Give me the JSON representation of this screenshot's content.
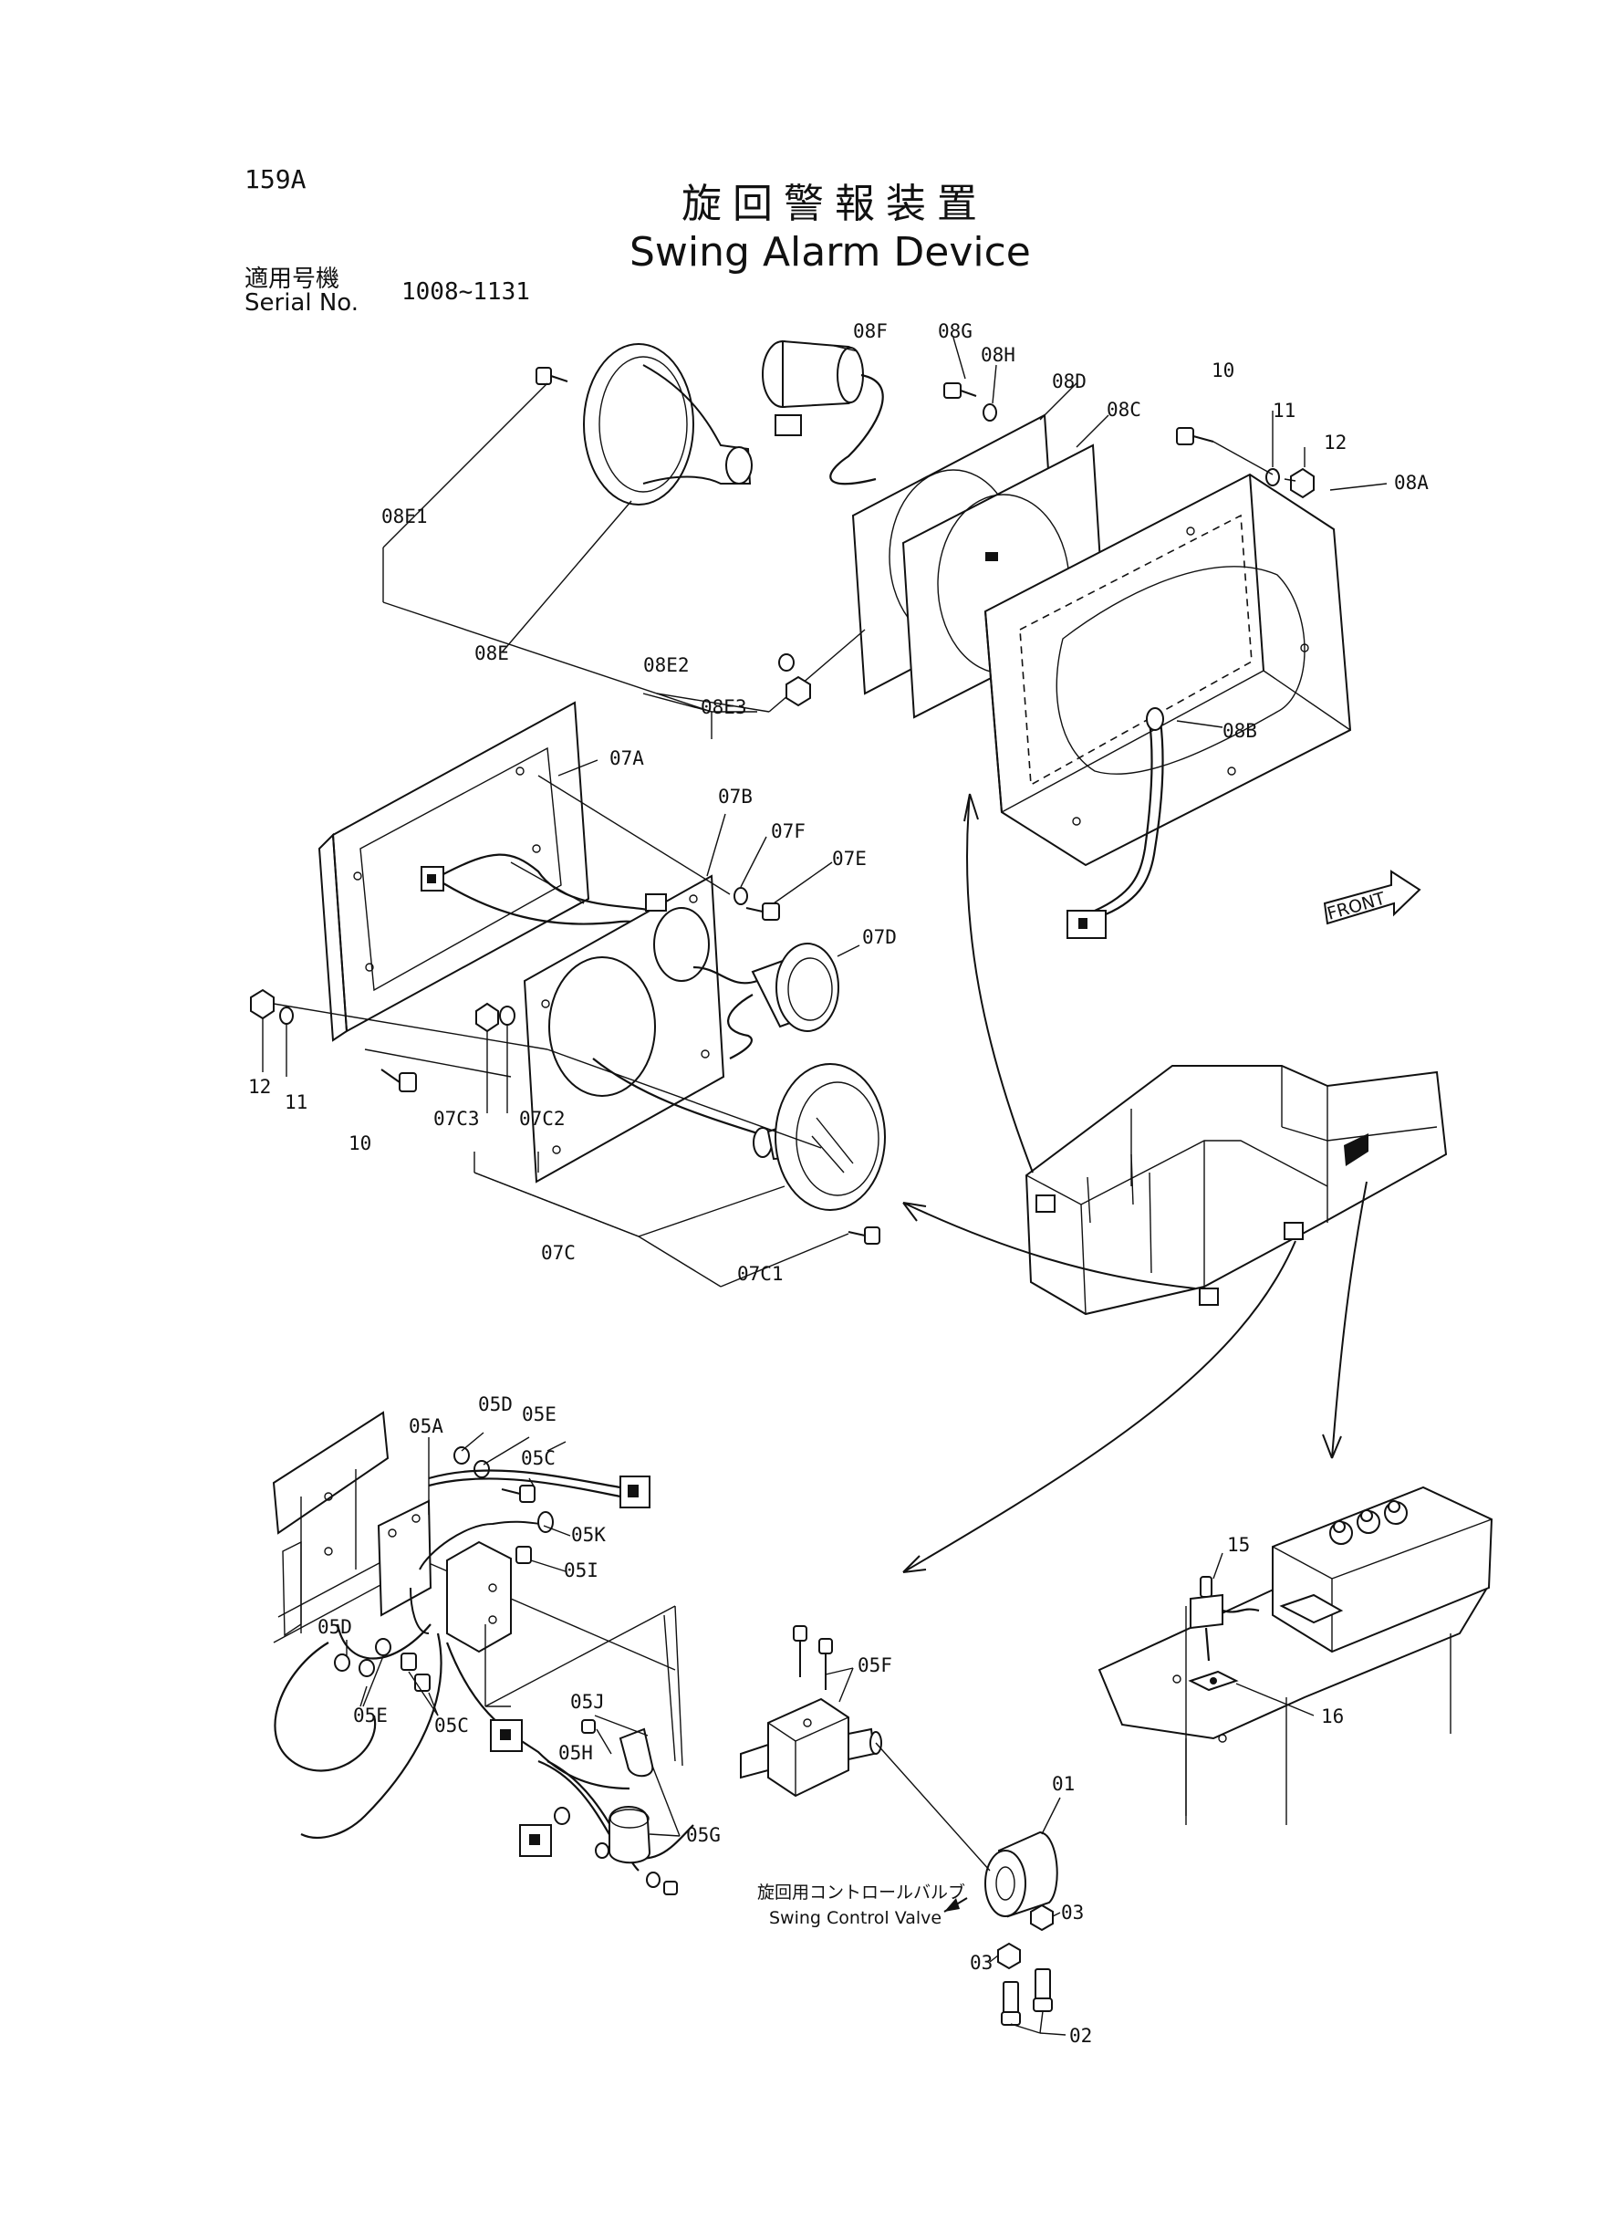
{
  "header": {
    "page_number": "159A",
    "title_jp": "旋回警報装置",
    "title_en": "Swing Alarm Device",
    "serial_label_jp": "適用号機",
    "serial_label_en": "Serial No.",
    "serial_range": "1008~1131"
  },
  "front_marker": "FRONT",
  "valve_note": {
    "jp": "旋回用コントロールバルブ",
    "en": "Swing Control Valve"
  },
  "callouts": {
    "c08F": "08F",
    "c08G": "08G",
    "c08H": "08H",
    "c08D": "08D",
    "c08C": "08C",
    "c10a": "10",
    "c11a": "11",
    "c12a": "12",
    "c08A": "08A",
    "c08E1": "08E1",
    "c08E": "08E",
    "c08E2": "08E2",
    "c08E3": "08E3",
    "c08B": "08B",
    "c07A": "07A",
    "c07B": "07B",
    "c07F": "07F",
    "c07E": "07E",
    "c07D": "07D",
    "c12b": "12",
    "c11b": "11",
    "c10b": "10",
    "c07C3": "07C3",
    "c07C2": "07C2",
    "c07C": "07C",
    "c07C1": "07C1",
    "c05A": "05A",
    "c05D": "05D",
    "c05E": "05E",
    "c05C": "05C",
    "c05K": "05K",
    "c05I": "05I",
    "c05Db": "05D",
    "c05Eb": "05E",
    "c05Cb": "05C",
    "c05J": "05J",
    "c05H": "05H",
    "c05G": "05G",
    "c05F": "05F",
    "c01": "01",
    "c03a": "03",
    "c03b": "03",
    "c02": "02",
    "c15": "15",
    "c16": "16"
  }
}
